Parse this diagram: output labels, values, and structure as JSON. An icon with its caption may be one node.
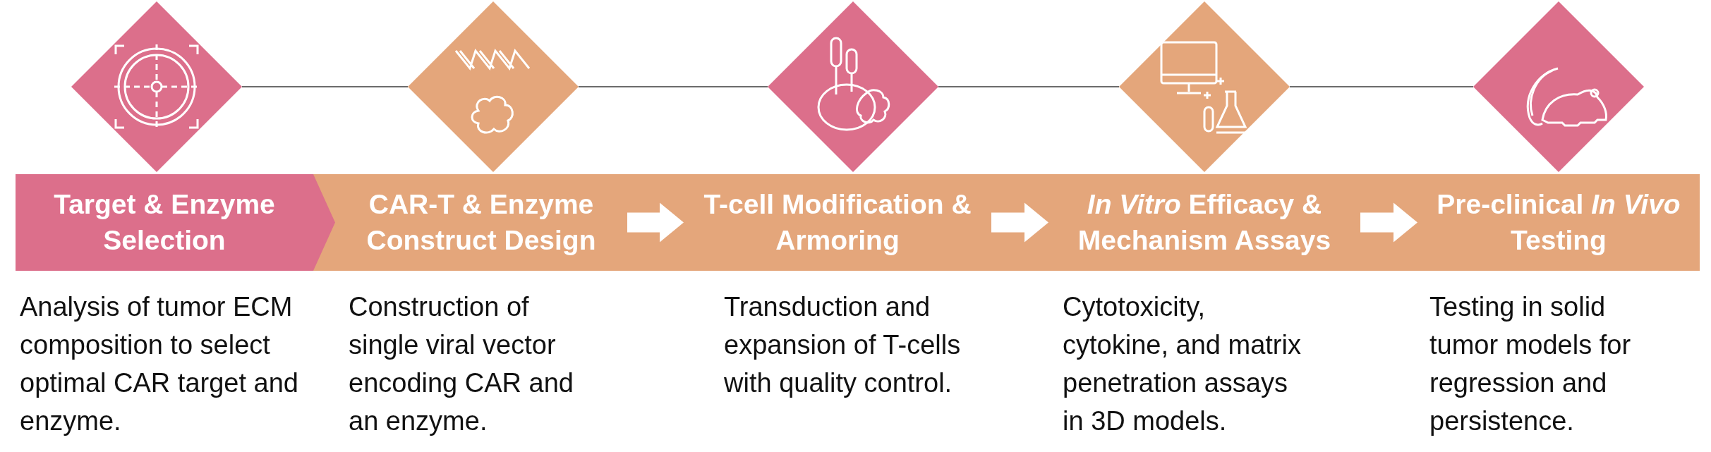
{
  "diagram": {
    "nodes": [
      {
        "text": [],
        "shape": "diamond"
      },
      {
        "text": [],
        "shape": "diamond"
      },
      {
        "text": [],
        "shape": "diamond"
      },
      {
        "text": [],
        "shape": "diamond"
      },
      {
        "text": [],
        "shape": "diamond"
      },
      {
        "text": [
          "Target & Enzyme Selection"
        ],
        "beside": [
          "Analysis of tumor ECM composition to select optimal CAR target and enzyme."
        ]
      },
      {
        "text": [
          "CAR-T & Enzyme Construct Design"
        ],
        "beside": [
          "Construction of single viral vector encoding CAR and an enzyme."
        ]
      },
      {
        "text": [
          "T-cell Modification & Armoring"
        ],
        "beside": [
          "Transduction and expansion of T-cells with quality control."
        ]
      },
      {
        "text": [
          "*In Vitro* Efficacy & Mechanism Assays"
        ],
        "beside": [
          "Cytotoxicity, cytokine, and matrix penetration assays in 3D models."
        ]
      },
      {
        "text": [
          "Pre-clinical *In Vivo* Testing"
        ],
        "beside": [
          "Testing in solid tumor models for regression and persistence."
        ]
      }
    ],
    "edges": [
      {
        "from": 0,
        "to": 1,
        "arrow": "none"
      },
      {
        "from": 1,
        "to": 2,
        "arrow": "none"
      },
      {
        "from": 2,
        "to": 3,
        "arrow": "none"
      },
      {
        "from": 3,
        "to": 4,
        "arrow": "none"
      },
      {
        "from": 6,
        "to": 7,
        "arrow": "to",
        "style": "thick",
        "color": "#ffffff"
      },
      {
        "from": 7,
        "to": 8,
        "arrow": "to",
        "style": "thick",
        "color": "#ffffff"
      },
      {
        "from": 8,
        "to": 9,
        "arrow": "to",
        "style": "thick",
        "color": "#ffffff"
      }
    ]
  }
}
